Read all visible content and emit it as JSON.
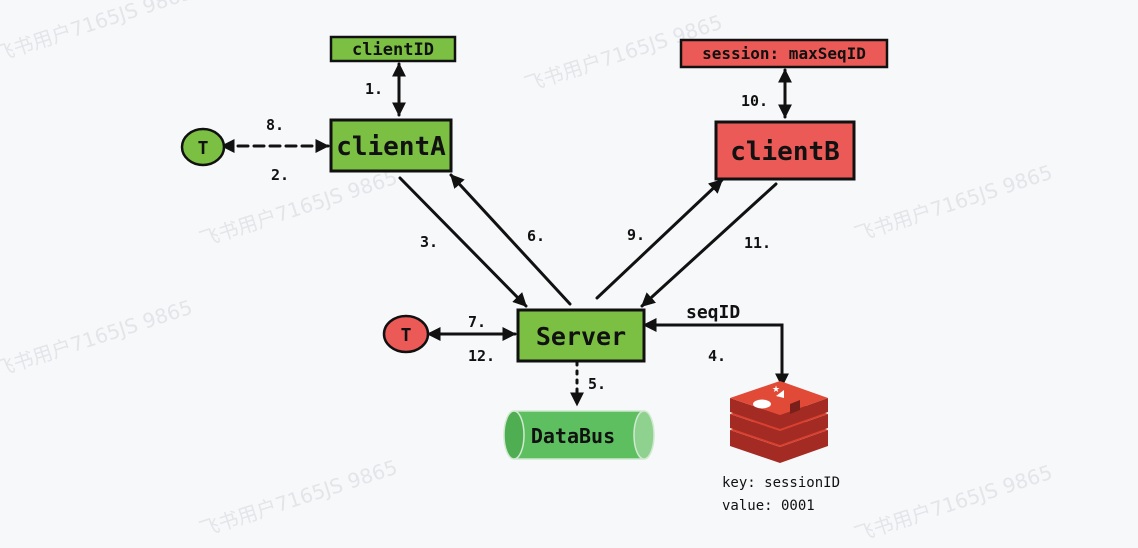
{
  "watermark": "飞书用户7165JS 9865",
  "nodes": {
    "clientID": "clientID",
    "session_max": "session: maxSeqID",
    "clientA": "clientA",
    "clientB": "clientB",
    "server": "Server",
    "databus": "DataBus",
    "timerA": "T",
    "timerServer": "T"
  },
  "steps": {
    "s1": "1.",
    "s2": "2.",
    "s3": "3.",
    "s4": "4.",
    "s5": "5.",
    "s6": "6.",
    "s7": "7.",
    "s8": "8.",
    "s9": "9.",
    "s10": "10.",
    "s11": "11.",
    "s12": "12."
  },
  "seqid_label": "seqID",
  "redis_key": "key: sessionID",
  "redis_value": "value: 0001",
  "colors": {
    "green": "#7bc043",
    "red": "#ec5a57",
    "stroke": "#111111",
    "databus": "#5dbf5f"
  }
}
